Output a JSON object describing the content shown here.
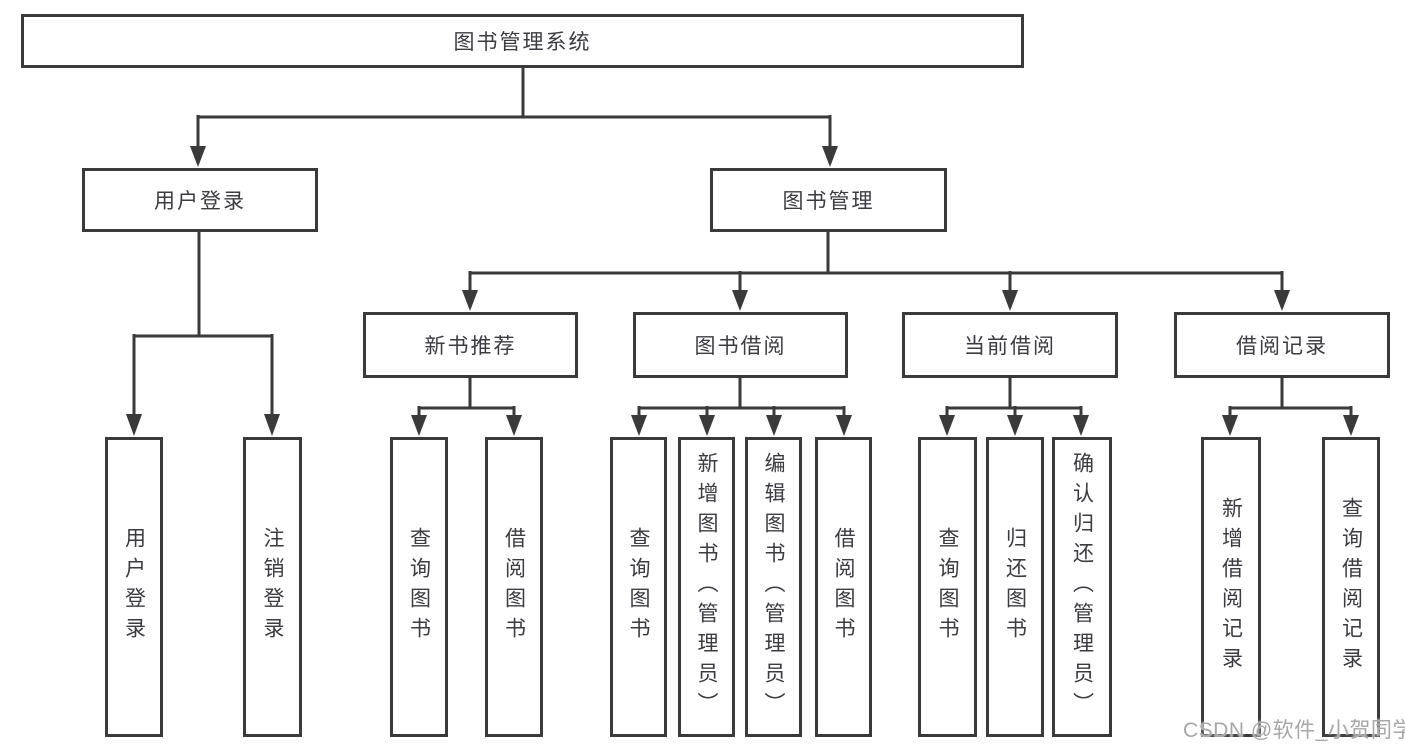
{
  "root": {
    "label": "图书管理系统"
  },
  "branches": [
    {
      "label": "用户登录",
      "leaves": [
        {
          "label": "用户登录"
        },
        {
          "label": "注销登录"
        }
      ]
    },
    {
      "label": "图书管理",
      "sections": [
        {
          "label": "新书推荐",
          "leaves": [
            {
              "label": "查询图书"
            },
            {
              "label": "借阅图书"
            }
          ]
        },
        {
          "label": "图书借阅",
          "leaves": [
            {
              "label": "查询图书"
            },
            {
              "label": "新增图书（管理员）"
            },
            {
              "label": "编辑图书（管理员）"
            },
            {
              "label": "借阅图书"
            }
          ]
        },
        {
          "label": "当前借阅",
          "leaves": [
            {
              "label": "查询图书"
            },
            {
              "label": "归还图书"
            },
            {
              "label": "确认归还（管理员）"
            }
          ]
        },
        {
          "label": "借阅记录",
          "leaves": [
            {
              "label": "新增借阅记录"
            },
            {
              "label": "查询借阅记录"
            }
          ]
        }
      ]
    }
  ],
  "watermark": {
    "text": "CSDN @软件_小贺同学"
  },
  "colors": {
    "line": "#3a3a3a",
    "text": "#3b3b41",
    "watermark": "#a7a7a7",
    "background": "#ffffff"
  }
}
